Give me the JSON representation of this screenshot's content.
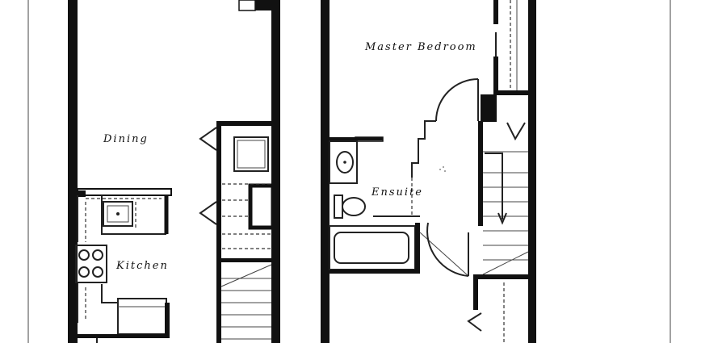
{
  "rooms": {
    "dining": "Dining",
    "kitchen": "Kitchen",
    "master_bedroom": "Master Bedroom",
    "ensuite": "Ensuite"
  }
}
